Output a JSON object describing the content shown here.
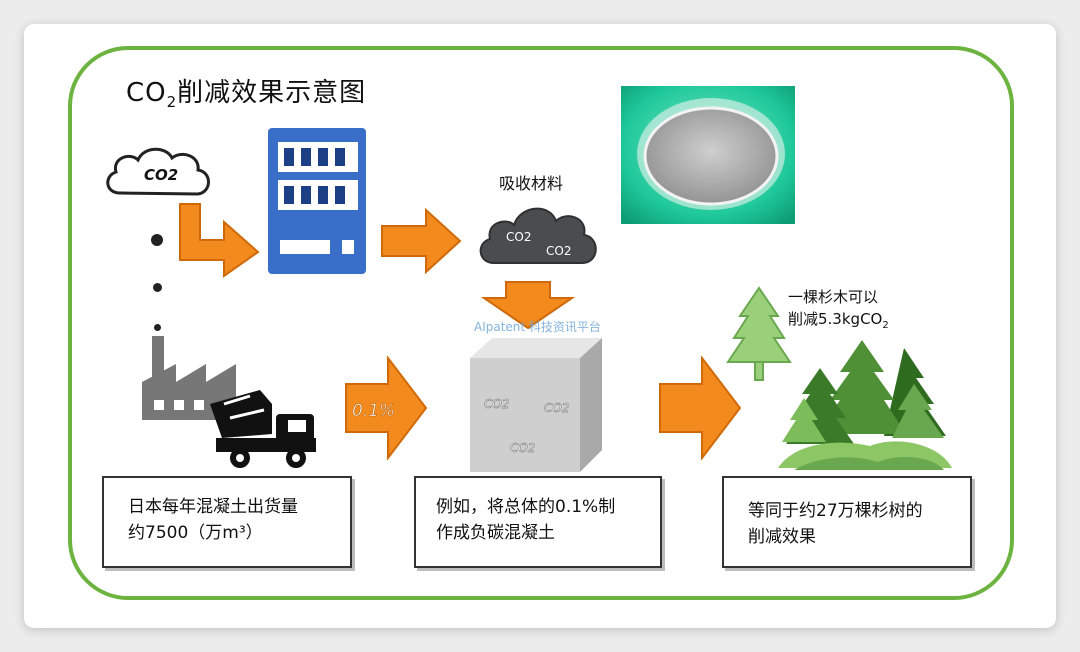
{
  "diagram": {
    "title_prefix": "CO",
    "title_sub": "2",
    "title_suffix": "削减效果示意图",
    "cloud_label": "CO2",
    "absorb_label": "吸收材料",
    "absorb_cloud_labels": [
      "CO2",
      "CO2"
    ],
    "arrow_label": "0.1%",
    "cube_labels": [
      "CO2",
      "CO2",
      "CO2"
    ],
    "tree_note_line1": "一棵杉木可以",
    "tree_note_line2_prefix": "削减5.3kgCO",
    "tree_note_line2_sub": "2",
    "watermark": "AIpatent 科技资讯平台",
    "box_left_line1": "日本每年混凝土出货量",
    "box_left_line2": "约7500（万m³）",
    "box_mid_line1": "例如，将总体的0.1%制",
    "box_mid_line2": "作成负碳混凝土",
    "box_right_line1": "等同于约27万棵杉树的",
    "box_right_line2": "削减效果"
  },
  "colors": {
    "frame_green": "#6db33f",
    "arrow_orange": "#f28a1e",
    "machine_blue": "#3a6fc9",
    "tree_green": "#4f8f35",
    "photo_teal": "#1ec89a"
  }
}
